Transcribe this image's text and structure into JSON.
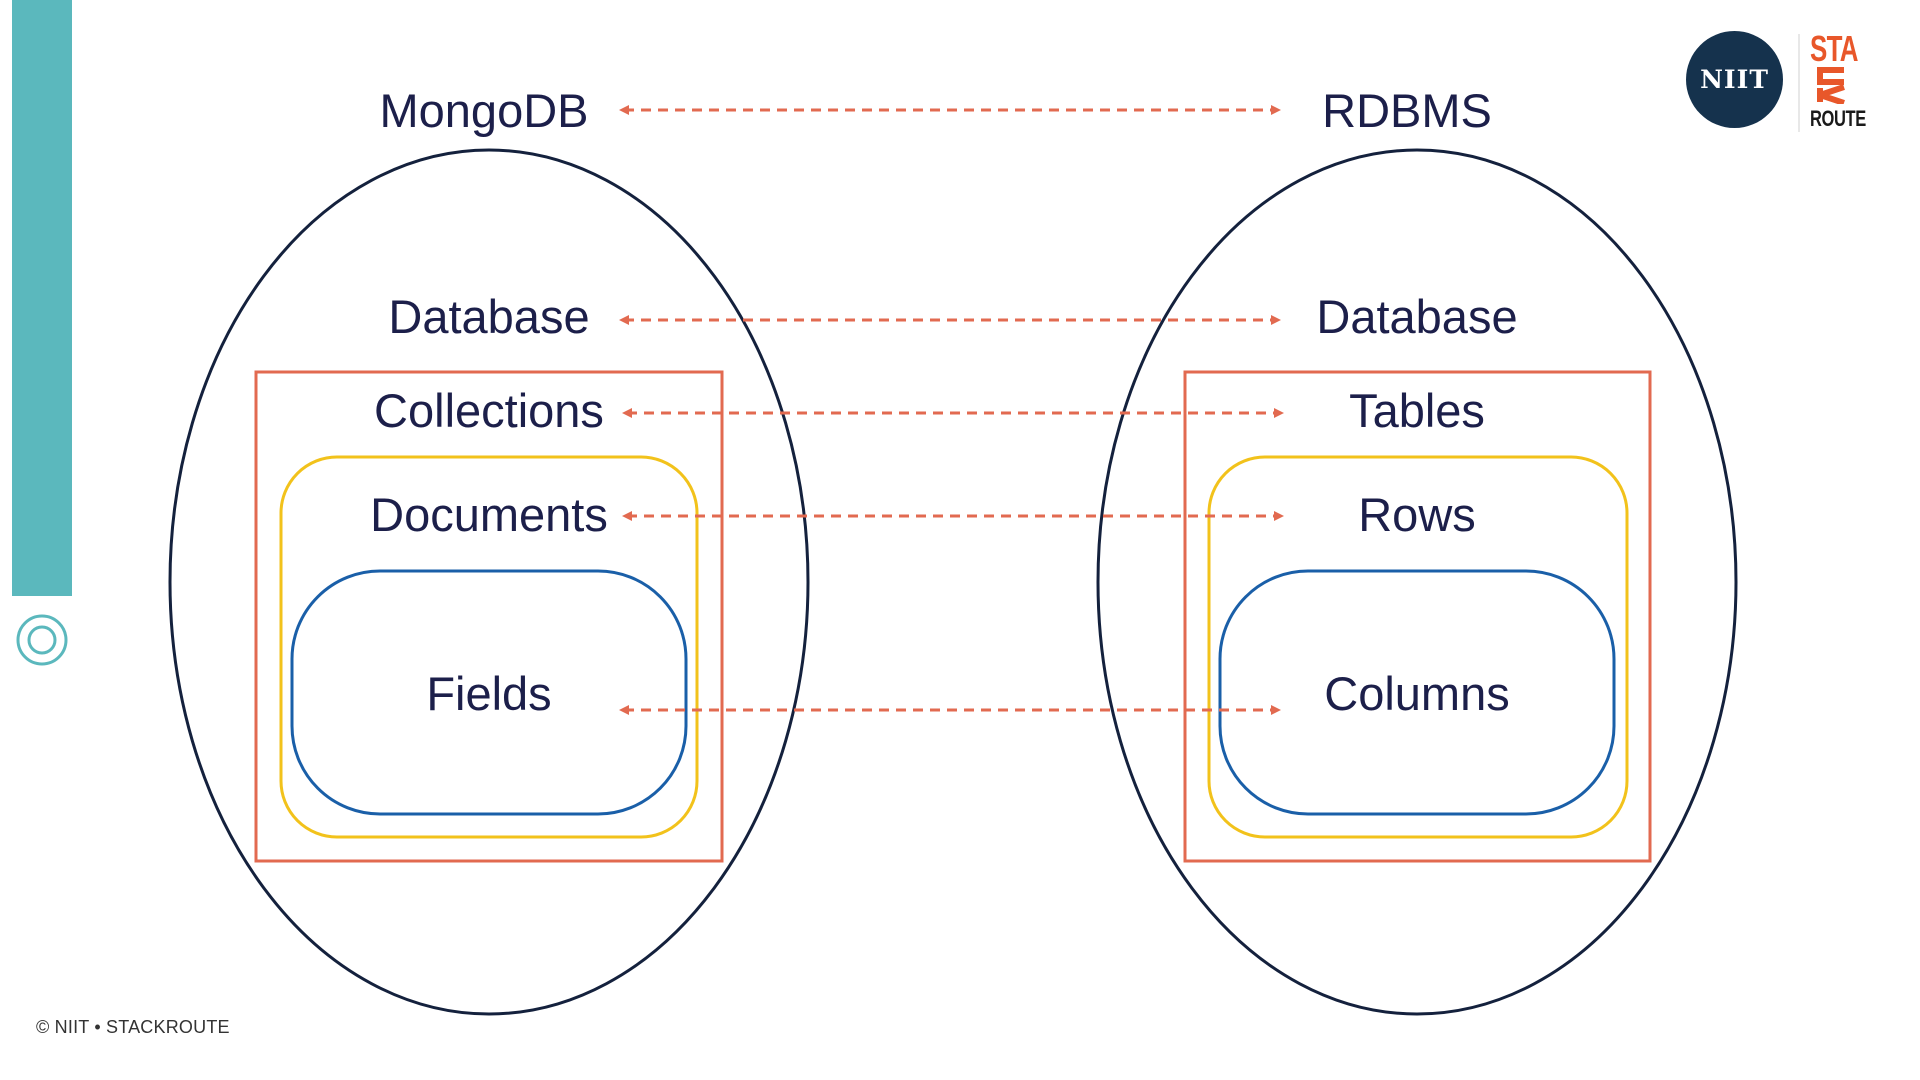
{
  "left": {
    "title": "MongoDB",
    "level1": "Database",
    "level2": "Collections",
    "level3": "Documents",
    "level4": "Fields"
  },
  "right": {
    "title": "RDBMS",
    "level1": "Database",
    "level2": "Tables",
    "level3": "Rows",
    "level4": "Columns"
  },
  "logo": {
    "badge": "NIIT",
    "brand_top": "STA",
    "brand_bottom": "ROUTE"
  },
  "footer": {
    "text": "© NIIT • STACKROUTE"
  },
  "colors": {
    "ellipse_stroke": "#14213d",
    "collection_box": "#e26a50",
    "document_box": "#f2c21b",
    "field_box": "#1a5fa8",
    "arrow": "#e26a50",
    "accent_bar": "#5bb8bd",
    "label_text": "#1c1f4a"
  }
}
